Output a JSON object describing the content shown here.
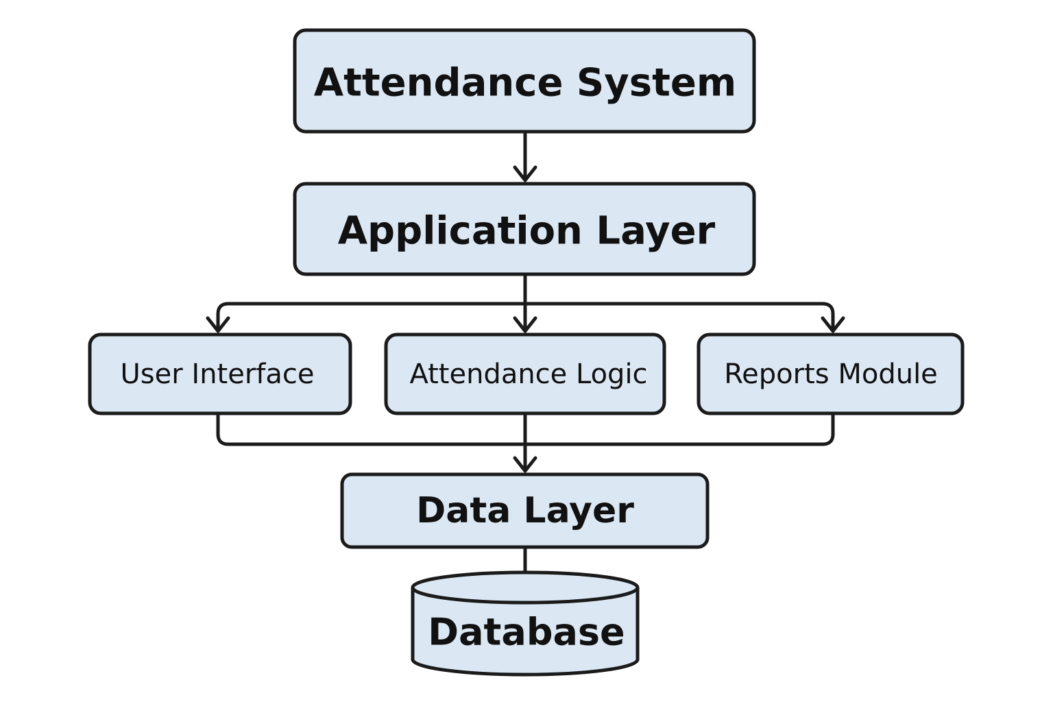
{
  "colors": {
    "box_fill": "#dbe8f3",
    "stroke": "#1b1b1b",
    "text": "#111111",
    "background": "#ffffff"
  },
  "nodes": {
    "attendance_system": "Attendance System",
    "application_layer": "Application Layer",
    "user_interface": "User Interface",
    "attendance_logic": "Attendance Logic",
    "reports_module": "Reports Module",
    "data_layer": "Data Layer",
    "database": "Database"
  },
  "edges": [
    {
      "from": "Attendance System",
      "to": "Application Layer"
    },
    {
      "from": "Application Layer",
      "to": "User Interface"
    },
    {
      "from": "Application Layer",
      "to": "Attendance Logic"
    },
    {
      "from": "Application Layer",
      "to": "Reports Module"
    },
    {
      "from": "User Interface",
      "to": "Data Layer"
    },
    {
      "from": "Attendance Logic",
      "to": "Data Layer"
    },
    {
      "from": "Reports Module",
      "to": "Data Layer"
    },
    {
      "from": "Data Layer",
      "to": "Database"
    }
  ]
}
